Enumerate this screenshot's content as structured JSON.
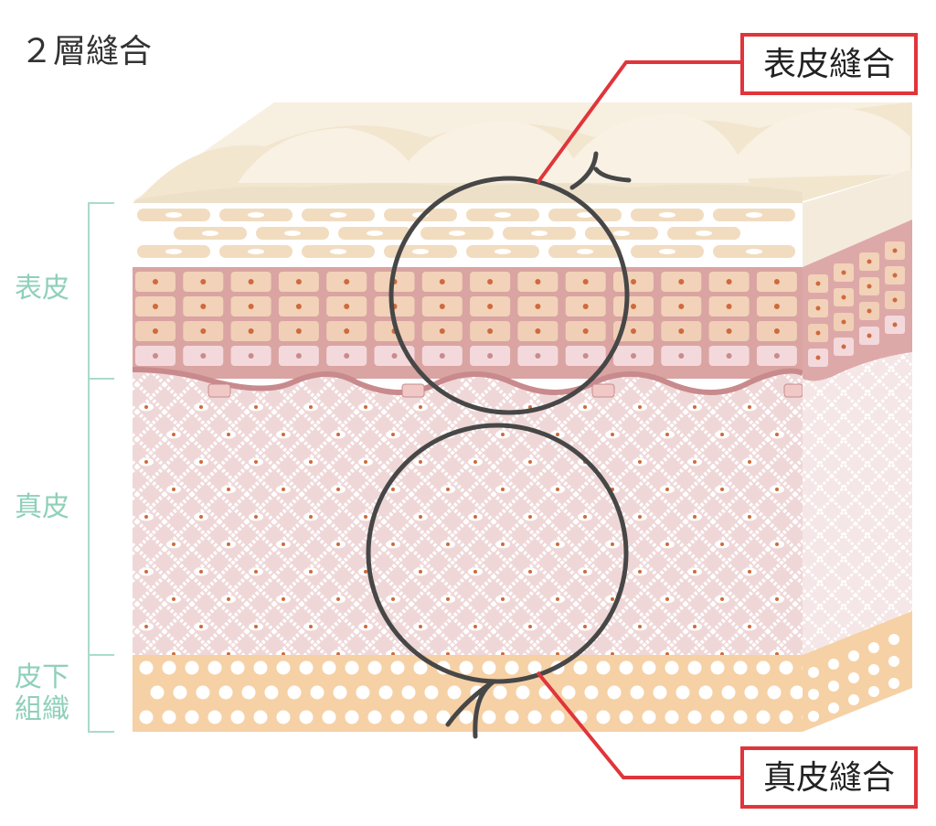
{
  "title": "２層縫合",
  "layers": [
    {
      "id": "epidermis",
      "label": "表皮"
    },
    {
      "id": "dermis",
      "label": "真皮"
    },
    {
      "id": "subcutis",
      "label_lines": [
        "皮下",
        "組織"
      ]
    }
  ],
  "callouts": [
    {
      "id": "epidermal-suture",
      "label": "表皮縫合"
    },
    {
      "id": "dermal-suture",
      "label": "真皮縫合"
    }
  ],
  "colors": {
    "bracket": "#a8dcc9",
    "layer_label": "#8fd0b9",
    "callout_red": "#e0353a",
    "suture": "#474747",
    "dermis": "#efd7d8",
    "dermis_side": "#f5e6e7",
    "basal": "#d7a9ab",
    "subcutis": "#f6d1a6",
    "surface": "#f4ead6"
  }
}
